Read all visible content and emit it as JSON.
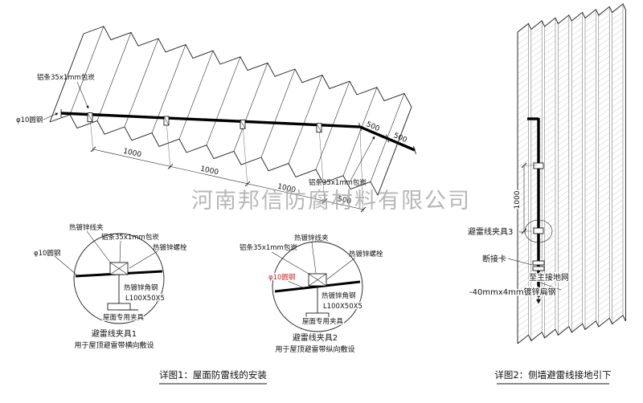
{
  "watermark": "河南邦信防腐材料有限公司",
  "colors": {
    "line": "#1a1a1a",
    "red": "#cc2222",
    "watermark": "#a6a6a6"
  },
  "roof": {
    "label_alu_top": "铝条35x1mm包崁",
    "label_alu_right": "铝条35x1mm包崁",
    "label_round_steel": "φ10圆钢",
    "dims": [
      "1000",
      "1000",
      "1000",
      "500"
    ],
    "dim_500_a": "500",
    "dim_500_b": "500"
  },
  "clamp_detail_1": {
    "label_wire_clip": "热镀锌线夹",
    "label_alu": "铝条35x1mm包崁",
    "label_bolt": "热镀锌螺栓",
    "label_round_steel": "φ10圆钢",
    "label_angle_steel": "热镀锌角钢",
    "label_angle_spec": "L100X50X5",
    "label_roof_clamp": "屋面专用夹具",
    "title": "避雷线夹具1",
    "subtitle": "用于屋顶避雷带横向敷设"
  },
  "clamp_detail_2": {
    "label_alu": "铝条35x1mm包崁",
    "label_wire_clip": "热镀锌线夹",
    "label_bolt": "热镀锌螺栓",
    "label_round_steel": "φ10圆钢",
    "label_angle_steel": "热镀锌角钢",
    "label_angle_spec": "L100X50X5",
    "label_roof_clamp": "屋面专用夹具",
    "title": "避雷线夹具2",
    "subtitle": "用于屋顶避雷带纵向敷设"
  },
  "wall": {
    "dim_1000": "1000",
    "label_clamp3": "避雷线夹具3",
    "label_disconnect": "断接卡",
    "label_to_ground": "至主接地网",
    "label_flat_steel": "-40mmx4mm镀锌扁钢"
  },
  "captions": {
    "detail1": "详图1：屋面防雷线的安装",
    "detail2": "详图2：侧墙避雷线接地引下"
  }
}
